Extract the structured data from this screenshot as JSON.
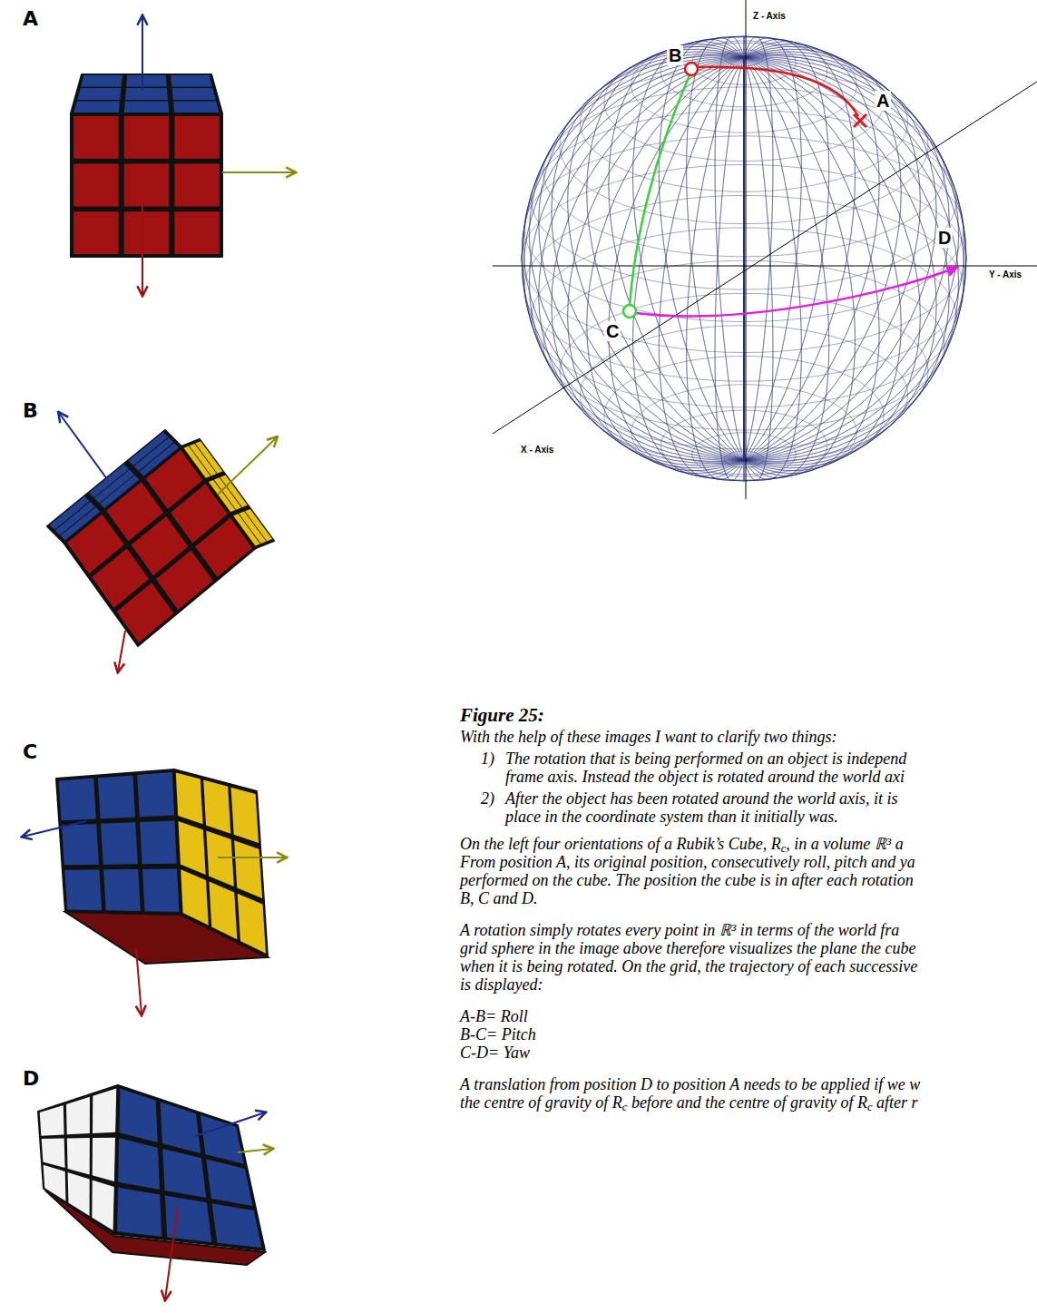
{
  "diagram": {
    "caption": "Figure 25:",
    "labels": [
      "A",
      "B",
      "C",
      "D",
      "Z - Axis",
      "B",
      "A",
      "D",
      "Y - Axis",
      "C",
      "X - Axis",
      "With the help of these images I want to clarify two things:",
      "1)",
      "The rotation that is being performed on an object is independ",
      "frame axis. Instead the object is rotated around the world axi",
      "2)",
      "After the object has been rotated around the world axis, it is",
      "place in the coordinate system than it initially was.",
      "On the left four orientations of a Rubik’s Cube, R",
      "c",
      ", in a volume ℝ³ a",
      "From position A, its original position, consecutively roll, pitch and ya",
      "performed on the cube. The position the cube is in after each rotation",
      "B, C and D.",
      "A rotation simply rotates every point in ℝ³ in terms of the world fra",
      "grid sphere in the image above therefore visualizes the plane the cube",
      "when it is being rotated. On the grid, the trajectory of each successive",
      "is displayed:",
      "A-B= Roll",
      "B-C= Pitch",
      "C-D= Yaw",
      "A translation from position D to position A needs to be applied if we w",
      "the centre of gravity of R",
      "c",
      " before and the centre of gravity of R",
      "c",
      " after r"
    ]
  }
}
